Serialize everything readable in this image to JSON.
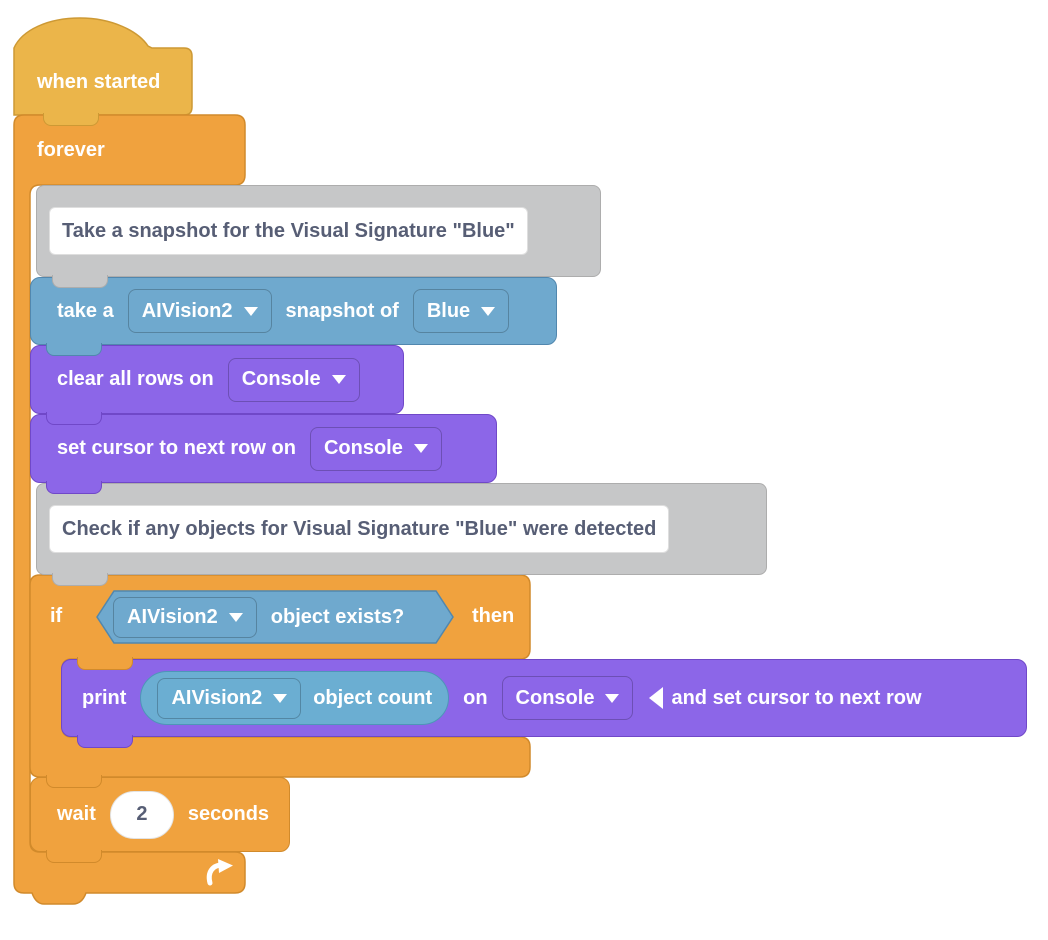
{
  "colors": {
    "hat_fill": "#EBB54A",
    "hat_stroke": "#CD9934",
    "orange_fill": "#F0A23E",
    "orange_stroke": "#D18A2B",
    "blue_fill": "#6FA9CE",
    "blue_stroke": "#5187AE",
    "reporter_fill": "#6BAED2",
    "reporter_stroke": "#4E96B8",
    "purple_fill": "#8C66E8",
    "purple_stroke": "#7048C8",
    "comment_fill": "#C6C7C8",
    "comment_stroke": "#ADADAD",
    "comment_text": "#575E75"
  },
  "blocks": {
    "when_started": {
      "label": "when started"
    },
    "forever": {
      "label": "forever"
    },
    "comment_snapshot": {
      "text": "Take a snapshot for the Visual Signature \"Blue\""
    },
    "take_snapshot": {
      "label_prefix": "take a",
      "device_dropdown": "AIVision2",
      "label_middle": "snapshot of",
      "signature_dropdown": "Blue"
    },
    "clear_rows": {
      "label": "clear all rows on",
      "target_dropdown": "Console"
    },
    "set_cursor": {
      "label": "set cursor to next row on",
      "target_dropdown": "Console"
    },
    "comment_check": {
      "text": "Check if any objects for Visual Signature \"Blue\" were detected"
    },
    "if_then": {
      "label_if": "if",
      "condition": {
        "device_dropdown": "AIVision2",
        "label": "object exists?"
      },
      "label_then": "then"
    },
    "print": {
      "label_print": "print",
      "reporter": {
        "device_dropdown": "AIVision2",
        "label": "object count"
      },
      "label_on": "on",
      "target_dropdown": "Console",
      "label_collapsed": "and set cursor to next row"
    },
    "wait": {
      "label_wait": "wait",
      "value": "2",
      "label_seconds": "seconds"
    }
  }
}
